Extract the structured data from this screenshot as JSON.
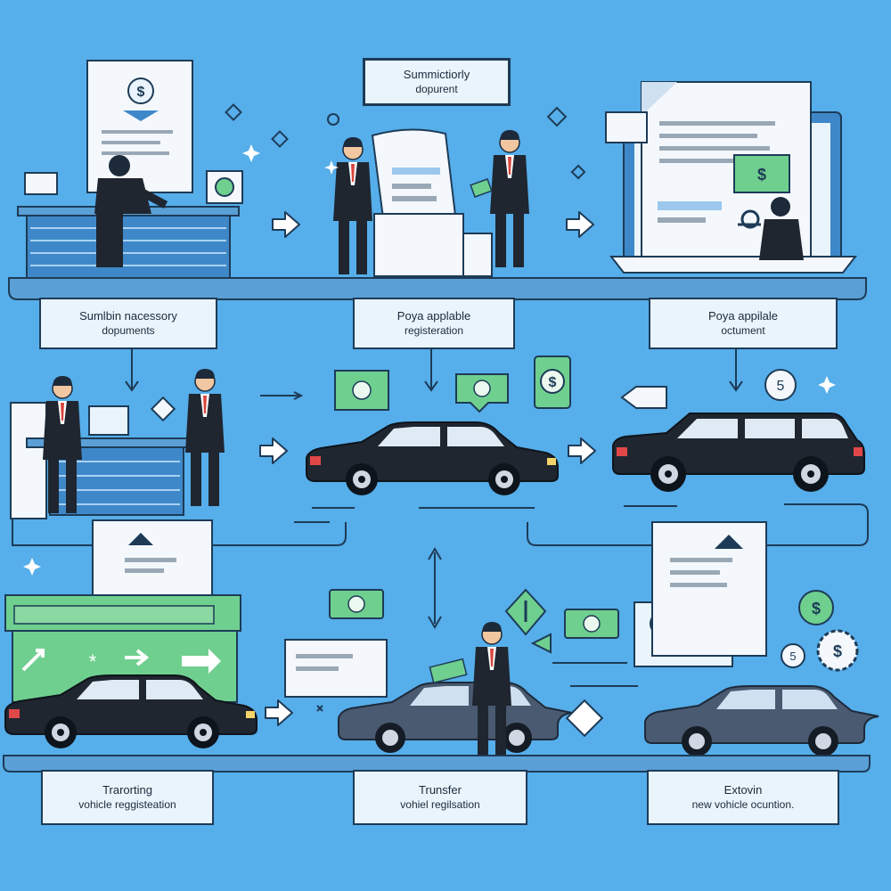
{
  "colors": {
    "background": "#56aeea",
    "outline": "#1d3b57",
    "paper": "#f4f8fc",
    "money": "#6fcf8f",
    "car": "#1f2630",
    "shelf": "#5a9fd6"
  },
  "labels": {
    "top_center": {
      "line1": "Summictiorly",
      "line2": "dopurent"
    },
    "row1_left": {
      "line1": "Sumlbin nacessory",
      "line2": "dopuments"
    },
    "row1_mid": {
      "line1": "Poya applable",
      "line2": "registeration"
    },
    "row1_right": {
      "line1": "Poya appilale",
      "line2": "octument"
    },
    "row3_left": {
      "line1": "Trarorting",
      "line2": "vohicle reggisteation"
    },
    "row3_mid": {
      "line1": "Trunsfer",
      "line2": "vohiel regilsation"
    },
    "row3_right": {
      "line1": "Extovin",
      "line2": "new vohicle ocuntion."
    }
  },
  "icons": {
    "dollar_symbol": "$",
    "number_badge": "5"
  }
}
